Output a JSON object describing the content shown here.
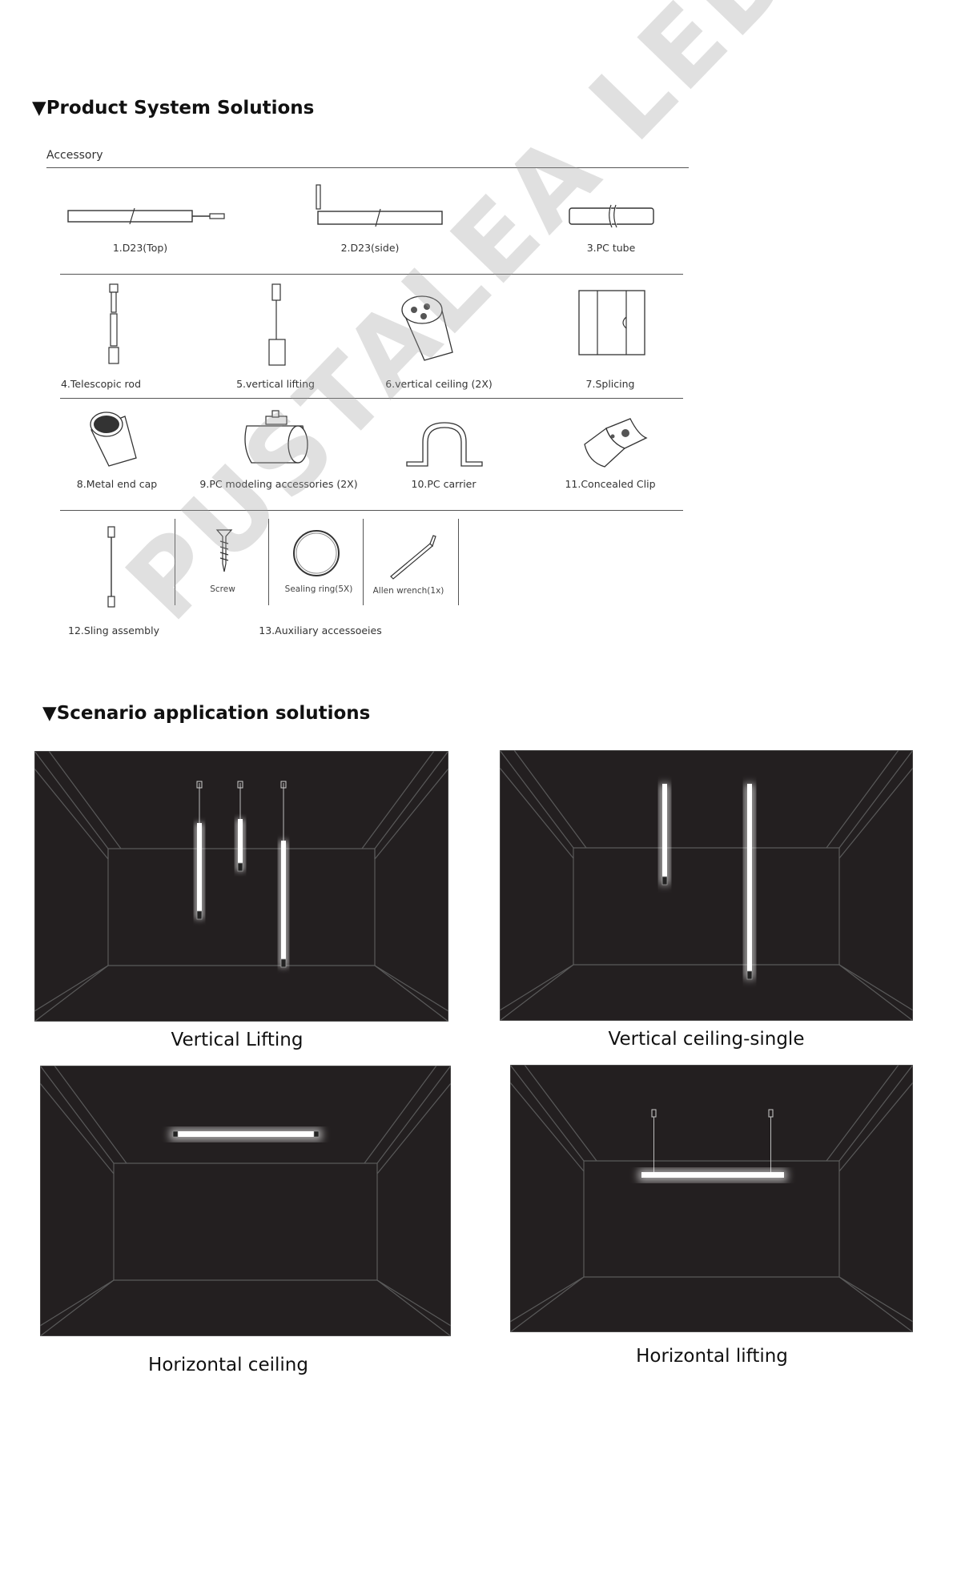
{
  "sections": {
    "product_title": "▼Product System Solutions",
    "scenario_title": "▼Scenario application solutions"
  },
  "accessory": {
    "header": "Accessory",
    "items": [
      "1.D23(Top)",
      "2.D23(side)",
      "3.PC tube",
      "4.Telescopic rod",
      "5.vertical lifting",
      "6.vertical ceiling (2X)",
      "7.Splicing",
      "8.Metal end cap",
      "9.PC modeling accessories (2X)",
      "10.PC carrier",
      "11.Concealed Clip",
      "12.Sling assembly",
      "13.Auxiliary accessoeies"
    ],
    "sub_items": [
      "Screw",
      "Sealing ring(5X)",
      "Allen wrench(1x)"
    ]
  },
  "scenarios": [
    {
      "label": "Vertical Lifting"
    },
    {
      "label": "Vertical ceiling-single"
    },
    {
      "label": "Horizontal ceiling"
    },
    {
      "label": "Horizontal lifting"
    }
  ],
  "watermark": "PUSTALEA LED",
  "colors": {
    "scene_bg": "#231f20",
    "light": "#ffffff",
    "line": "#555555"
  }
}
